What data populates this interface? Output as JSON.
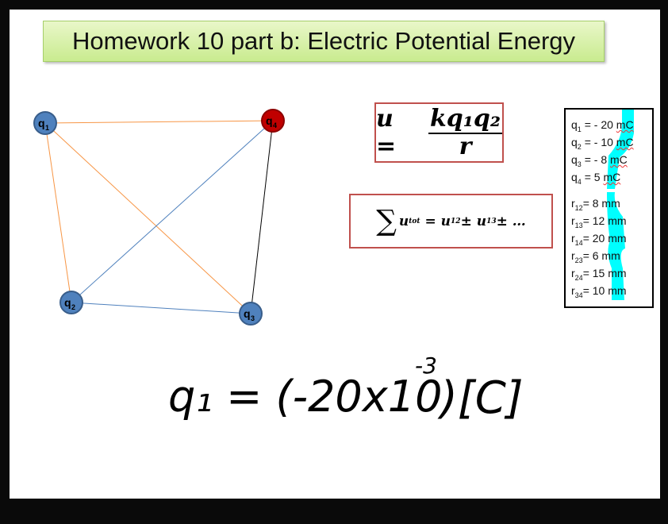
{
  "title": "Homework 10 part b: Electric Potential Energy",
  "nodes": [
    {
      "label": "q",
      "sub": "1",
      "color": "#4f81bd"
    },
    {
      "label": "q",
      "sub": "2",
      "color": "#4f81bd"
    },
    {
      "label": "q",
      "sub": "3",
      "color": "#4f81bd"
    },
    {
      "label": "q",
      "sub": "4",
      "color": "#c00000"
    }
  ],
  "edge_colors": {
    "orange": "#f79646",
    "blue": "#4f81bd",
    "black": "#000000"
  },
  "formula1": {
    "lhs": "u =",
    "num": "kq₁q₂",
    "den": "r"
  },
  "formula2": {
    "sigma": "∑",
    "text": "u_tot = u₁₂ ± u₁₃± …",
    "u": "u",
    "tot": "tot",
    "rhs": "= u",
    "s12": "12",
    "pm": " ± u",
    "s13": "13",
    "tail": "± …"
  },
  "given": {
    "charges": [
      {
        "sub": "1",
        "val": "= - 20 ",
        "unit": "mC"
      },
      {
        "sub": "2",
        "val": "= - 10 ",
        "unit": "mC"
      },
      {
        "sub": "3",
        "val": "= - 8 ",
        "unit": "mC"
      },
      {
        "sub": "4",
        "val": "= 5 ",
        "unit": "mC"
      }
    ],
    "distances": [
      {
        "sub": "12",
        "val": "= 8 mm"
      },
      {
        "sub": "13",
        "val": "= 12 mm"
      },
      {
        "sub": "14",
        "val": "= 20 mm"
      },
      {
        "sub": "23",
        "val": "= 6 mm"
      },
      {
        "sub": "24",
        "val": "= 15 mm"
      },
      {
        "sub": "34",
        "val": "= 10 mm"
      }
    ]
  },
  "highlight_color": "#00ffff",
  "handwriting": {
    "lhs": "q₁ = (-20x10",
    "exp": "-3",
    "rhs": ")[C]"
  }
}
